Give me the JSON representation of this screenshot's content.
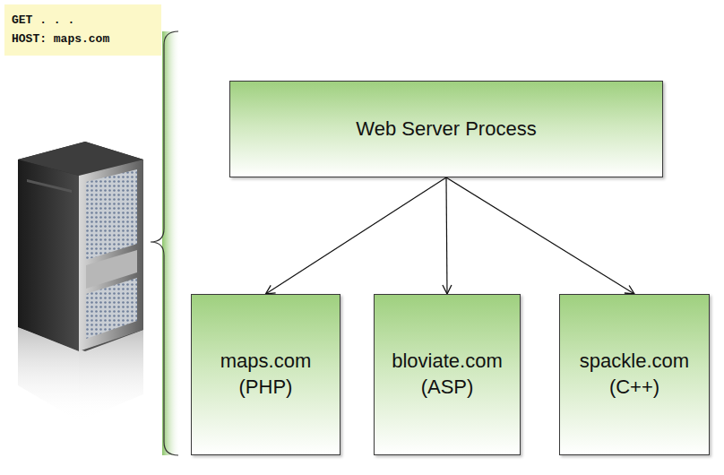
{
  "diagram": {
    "nodes": [
      {
        "text": [
          "GET . . .",
          "HOST: maps.com"
        ]
      },
      {
        "text": [
          "Web Server Process"
        ]
      },
      {
        "text": [
          "maps.com",
          "(PHP)"
        ]
      },
      {
        "text": [
          "bloviate.com",
          "(ASP)"
        ]
      },
      {
        "text": [
          "spackle.com",
          "(C++)"
        ]
      }
    ],
    "edges": [
      {
        "from": 1,
        "to": 2,
        "arrow": "to"
      },
      {
        "from": 1,
        "to": 3,
        "arrow": "to"
      },
      {
        "from": 1,
        "to": 4,
        "arrow": "to"
      }
    ]
  }
}
